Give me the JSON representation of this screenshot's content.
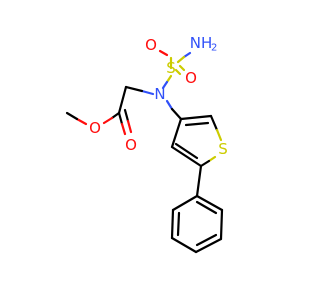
{
  "molecule": {
    "atoms": {
      "nh2": {
        "symbol": "NH",
        "subscript": "2",
        "color": "#3050f8"
      },
      "s_sulfonyl": {
        "symbol": "S",
        "color": "#cccc00"
      },
      "o_sulfonyl_left": {
        "symbol": "O",
        "color": "#ff0d0d"
      },
      "o_sulfonyl_right": {
        "symbol": "O",
        "color": "#ff0d0d"
      },
      "n_center": {
        "symbol": "N",
        "color": "#3050f8"
      },
      "o_ester": {
        "symbol": "O",
        "color": "#ff0d0d"
      },
      "o_carbonyl": {
        "symbol": "O",
        "color": "#ff0d0d"
      },
      "s_thiophene": {
        "symbol": "S",
        "color": "#cccc00"
      }
    }
  }
}
